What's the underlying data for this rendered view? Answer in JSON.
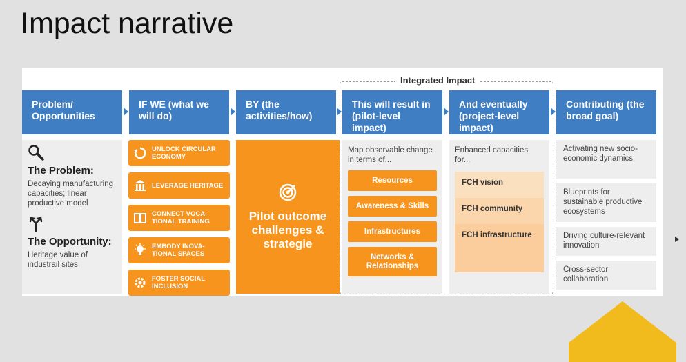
{
  "title": "Impact narrative",
  "integrated_label": "Integrated Impact",
  "headers": {
    "problem": "Problem/ Opportunities",
    "if_we": "IF WE (what we will do)",
    "by": "BY (the activities/how)",
    "result": "This will result in (pilot-level impact)",
    "eventually": "And eventually (project-level impact)",
    "goal": "Contributing (the broad goal)"
  },
  "problem": {
    "problem_title": "The Problem:",
    "problem_text": "Decaying manufacturing capacities; linear productive model",
    "opportunity_title": "The Opportunity:",
    "opportunity_text": "Heritage value of industrail sites"
  },
  "actions": [
    {
      "label": "UNLOCK CIRCULAR ECONOMY",
      "icon": "recycle-icon"
    },
    {
      "label": "LEVERAGE HERITAGE",
      "icon": "building-icon"
    },
    {
      "label": "CONNECT VOCA- TIONAL TRAINING",
      "icon": "book-icon"
    },
    {
      "label": "EMBODY INOVA- TIONAL SPACES",
      "icon": "lightbulb-icon"
    },
    {
      "label": "FOSTER SOCIAL INCLUSION",
      "icon": "gear-people-icon"
    }
  ],
  "pilot": {
    "icon": "target-icon",
    "text": "Pilot outcome challenges & strategie"
  },
  "result": {
    "intro": "Map observable change in terms of...",
    "items": [
      "Resources",
      "Awareness & Skills",
      "Infrastructures",
      "Networks & Relationships"
    ]
  },
  "eventually": {
    "intro": "Enhanced capacities for...",
    "items": [
      "FCH vision",
      "FCH community",
      "FCH infrastructure"
    ]
  },
  "goals": [
    "Activating new socio-economic dynamics",
    "Blueprints for sustainable productive ecosystems",
    "Driving culture-relevant innovation",
    "Cross-sector collaboration"
  ],
  "colors": {
    "header_blue": "#3f7ec3",
    "orange": "#f7941d",
    "accent_yellow": "#f2bb1d"
  }
}
